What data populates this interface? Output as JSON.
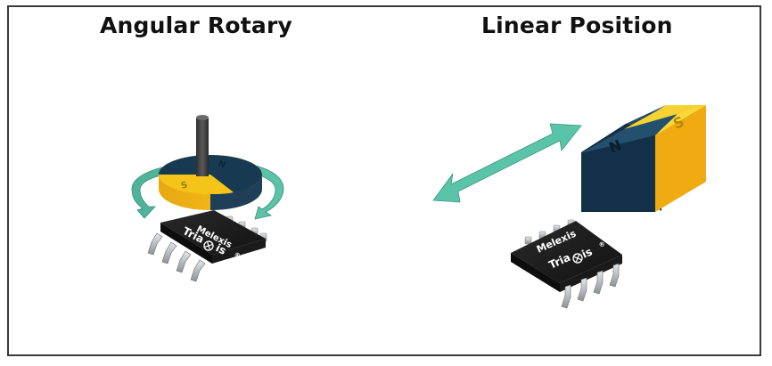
{
  "titles": {
    "left": "Angular Rotary",
    "right": "Linear Position"
  },
  "chip": {
    "brand": "Melexis",
    "product_prefix": "Tria",
    "product_suffix": "is",
    "registered_mark": "®"
  },
  "magnet": {
    "north_label": "N",
    "south_label": "S"
  },
  "colors": {
    "south_yellow": "#f3c318",
    "north_navy": "#17384f",
    "arrow_teal": "#59c2a7",
    "chip_black": "#1c1c1c",
    "pin_silver": "#c9ccd0"
  }
}
